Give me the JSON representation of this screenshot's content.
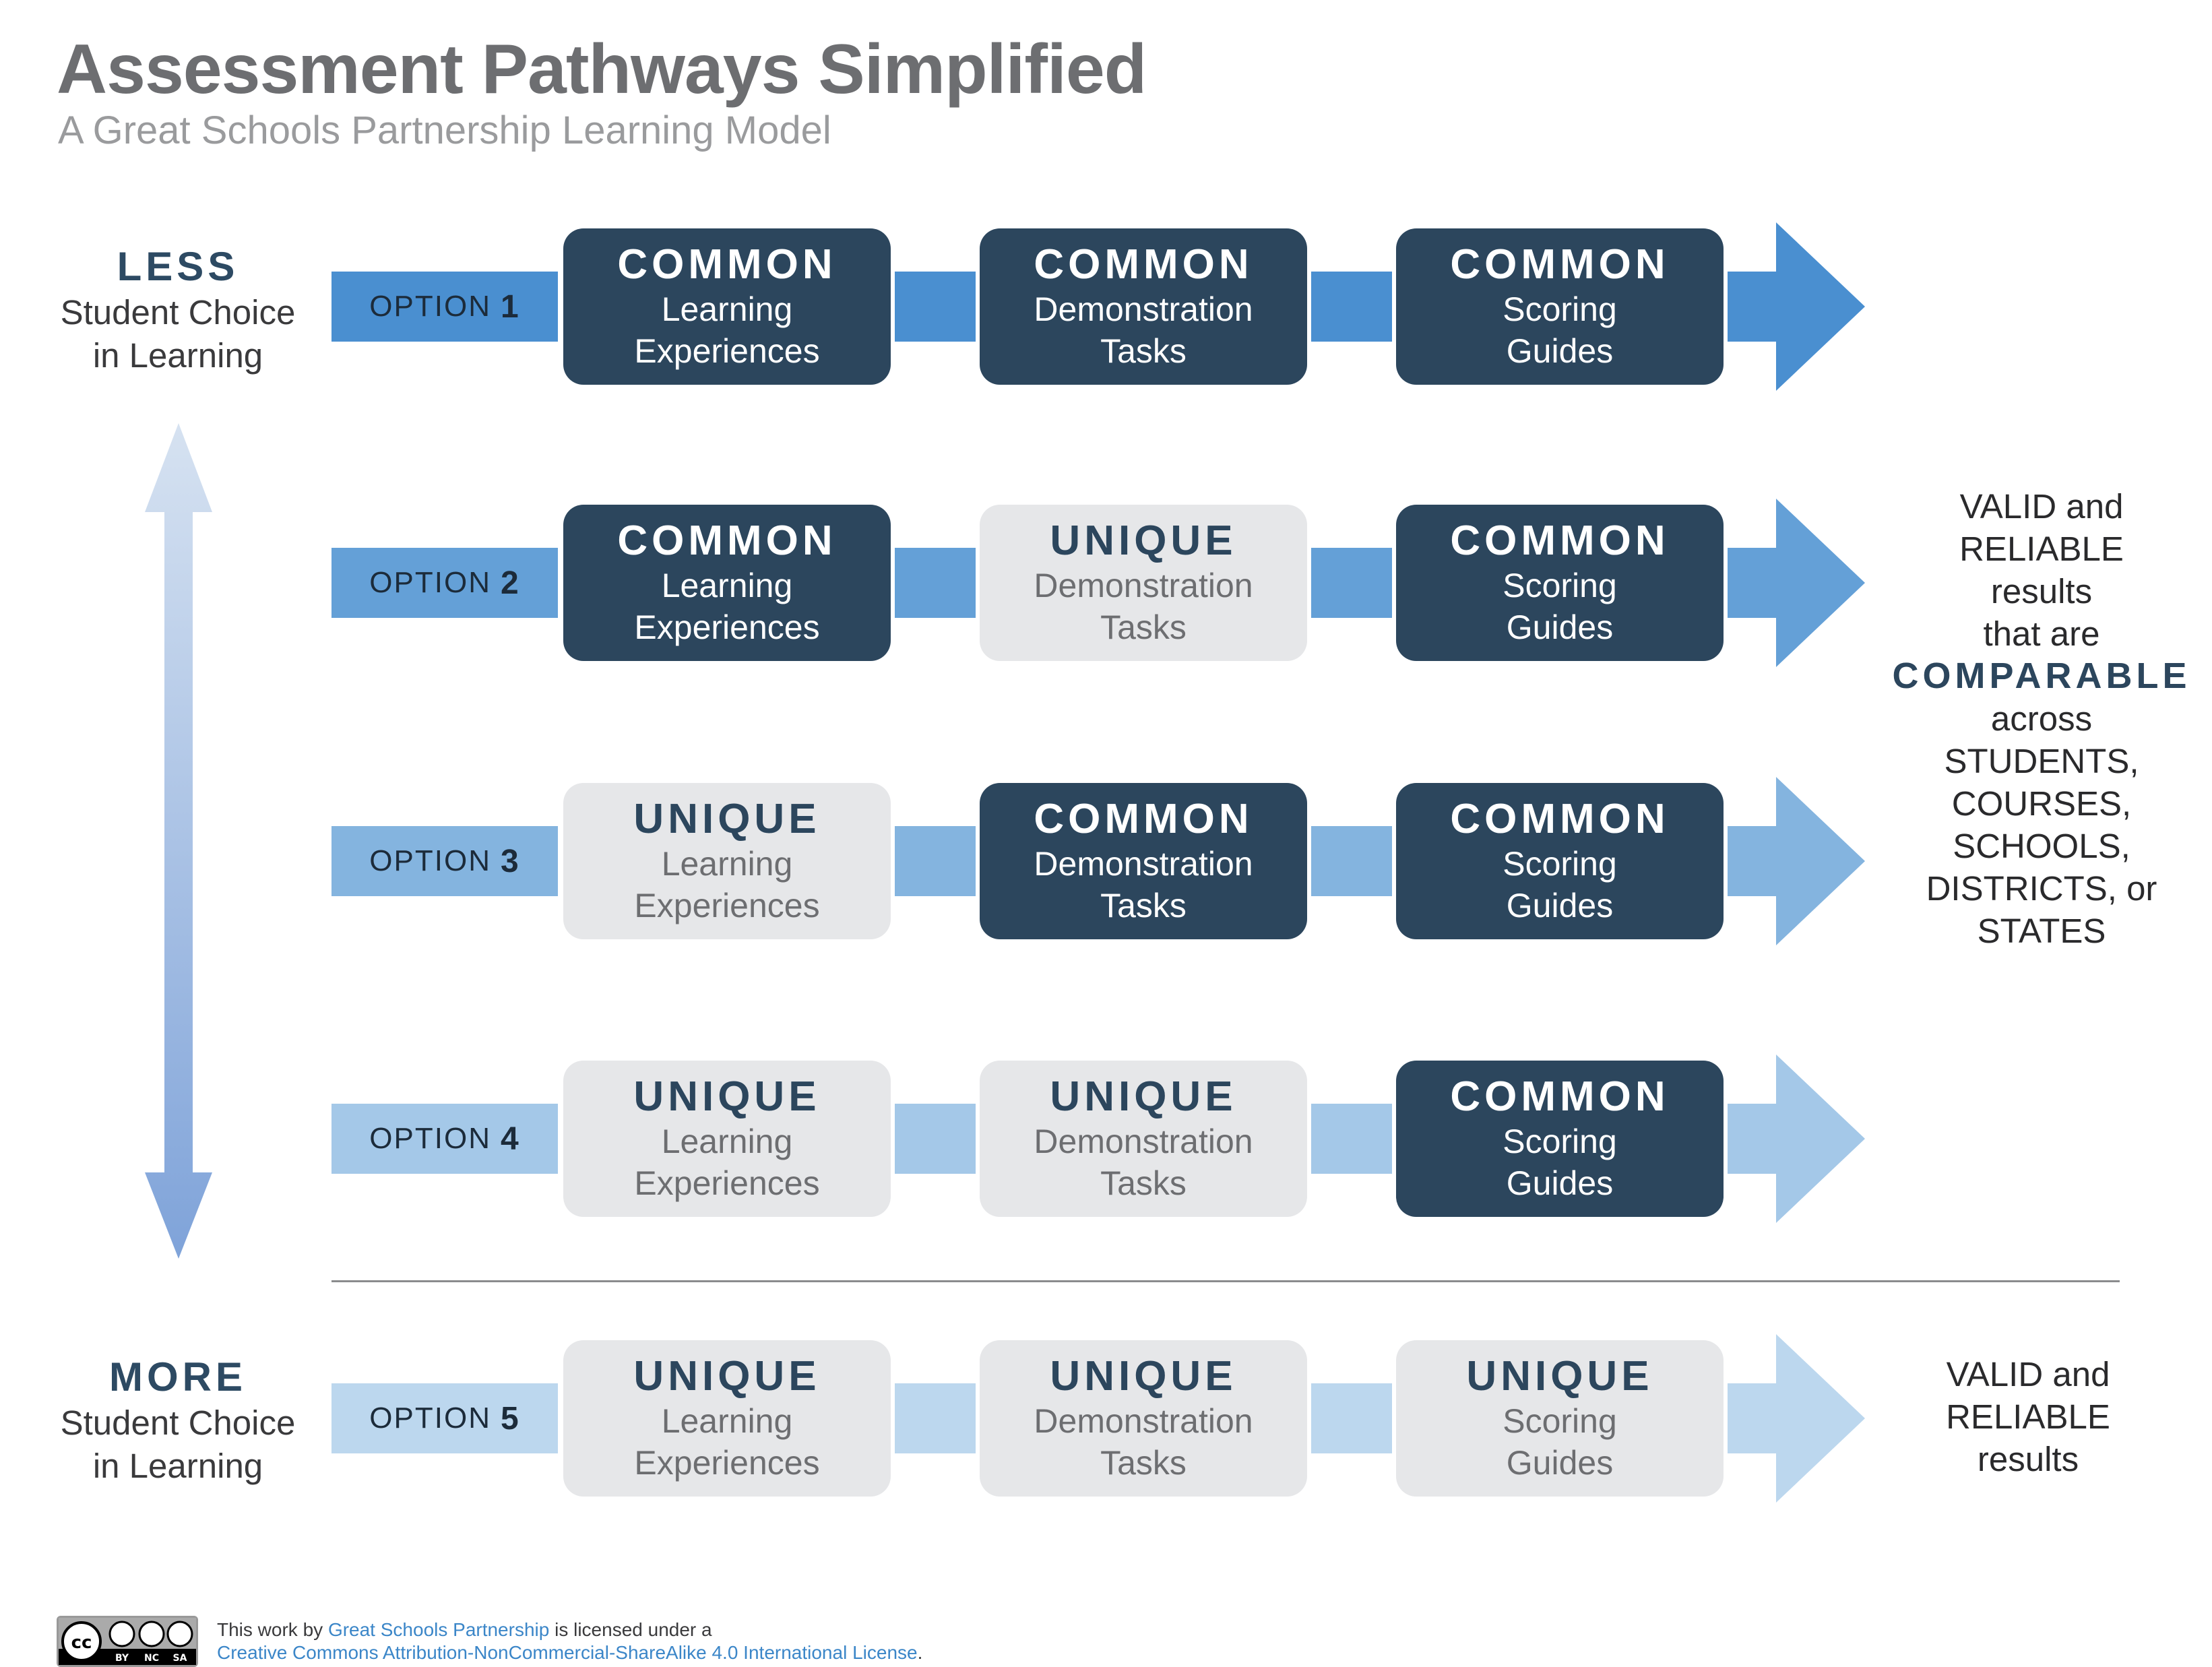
{
  "header": {
    "title": "Assessment Pathways Simplified",
    "subtitle": "A Great Schools Partnership Learning Model"
  },
  "scale": {
    "top": {
      "heading": "LESS",
      "line1": "Student Choice",
      "line2": "in Learning"
    },
    "bottom": {
      "heading": "MORE",
      "line1": "Student Choice",
      "line2": "in Learning"
    }
  },
  "option_prefix": "OPTION",
  "options": [
    {
      "number": "1",
      "color": "#4a8fd0",
      "boxes": [
        {
          "head": "COMMON",
          "line1": "Learning",
          "line2": "Experiences",
          "style": "dark"
        },
        {
          "head": "COMMON",
          "line1": "Demonstration",
          "line2": "Tasks",
          "style": "dark"
        },
        {
          "head": "COMMON",
          "line1": "Scoring",
          "line2": "Guides",
          "style": "dark"
        }
      ]
    },
    {
      "number": "2",
      "color": "#64a0d7",
      "boxes": [
        {
          "head": "COMMON",
          "line1": "Learning",
          "line2": "Experiences",
          "style": "dark"
        },
        {
          "head": "UNIQUE",
          "line1": "Demonstration",
          "line2": "Tasks",
          "style": "light"
        },
        {
          "head": "COMMON",
          "line1": "Scoring",
          "line2": "Guides",
          "style": "dark"
        }
      ]
    },
    {
      "number": "3",
      "color": "#84b4df",
      "boxes": [
        {
          "head": "UNIQUE",
          "line1": "Learning",
          "line2": "Experiences",
          "style": "light"
        },
        {
          "head": "COMMON",
          "line1": "Demonstration",
          "line2": "Tasks",
          "style": "dark"
        },
        {
          "head": "COMMON",
          "line1": "Scoring",
          "line2": "Guides",
          "style": "dark"
        }
      ]
    },
    {
      "number": "4",
      "color": "#a4c8e8",
      "boxes": [
        {
          "head": "UNIQUE",
          "line1": "Learning",
          "line2": "Experiences",
          "style": "light"
        },
        {
          "head": "UNIQUE",
          "line1": "Demonstration",
          "line2": "Tasks",
          "style": "light"
        },
        {
          "head": "COMMON",
          "line1": "Scoring",
          "line2": "Guides",
          "style": "dark"
        }
      ]
    },
    {
      "number": "5",
      "color": "#bcd7ee",
      "boxes": [
        {
          "head": "UNIQUE",
          "line1": "Learning",
          "line2": "Experiences",
          "style": "light"
        },
        {
          "head": "UNIQUE",
          "line1": "Demonstration",
          "line2": "Tasks",
          "style": "light"
        },
        {
          "head": "UNIQUE",
          "line1": "Scoring",
          "line2": "Guides",
          "style": "light"
        }
      ]
    }
  ],
  "results": {
    "comparable": {
      "lines_before": [
        "VALID and",
        "RELIABLE",
        "results",
        "that are"
      ],
      "emphasis": "COMPARABLE",
      "lines_after": [
        "across",
        "STUDENTS,",
        "COURSES,",
        "SCHOOLS,",
        "DISTRICTS, or",
        "STATES"
      ]
    },
    "valid": {
      "lines": [
        "VALID and",
        "RELIABLE",
        "results"
      ]
    }
  },
  "colors": {
    "dark_box": "#2c465d",
    "light_box": "#e6e7e9",
    "title": "#6d6e71",
    "link": "#3b86c8",
    "scale_arrow_top": "#d6e2f1",
    "scale_arrow_bottom": "#7fa3d9"
  },
  "footer": {
    "badge_icon": "cc-by-nc-sa-icon",
    "badge_labels": [
      "BY",
      "NC",
      "SA"
    ],
    "text_prefix": "This work by ",
    "author_link": "Great Schools Partnership",
    "text_middle": " is licensed under a",
    "license_link": "Creative Commons Attribution-NonCommercial-ShareAlike 4.0 International License",
    "text_suffix": "."
  }
}
